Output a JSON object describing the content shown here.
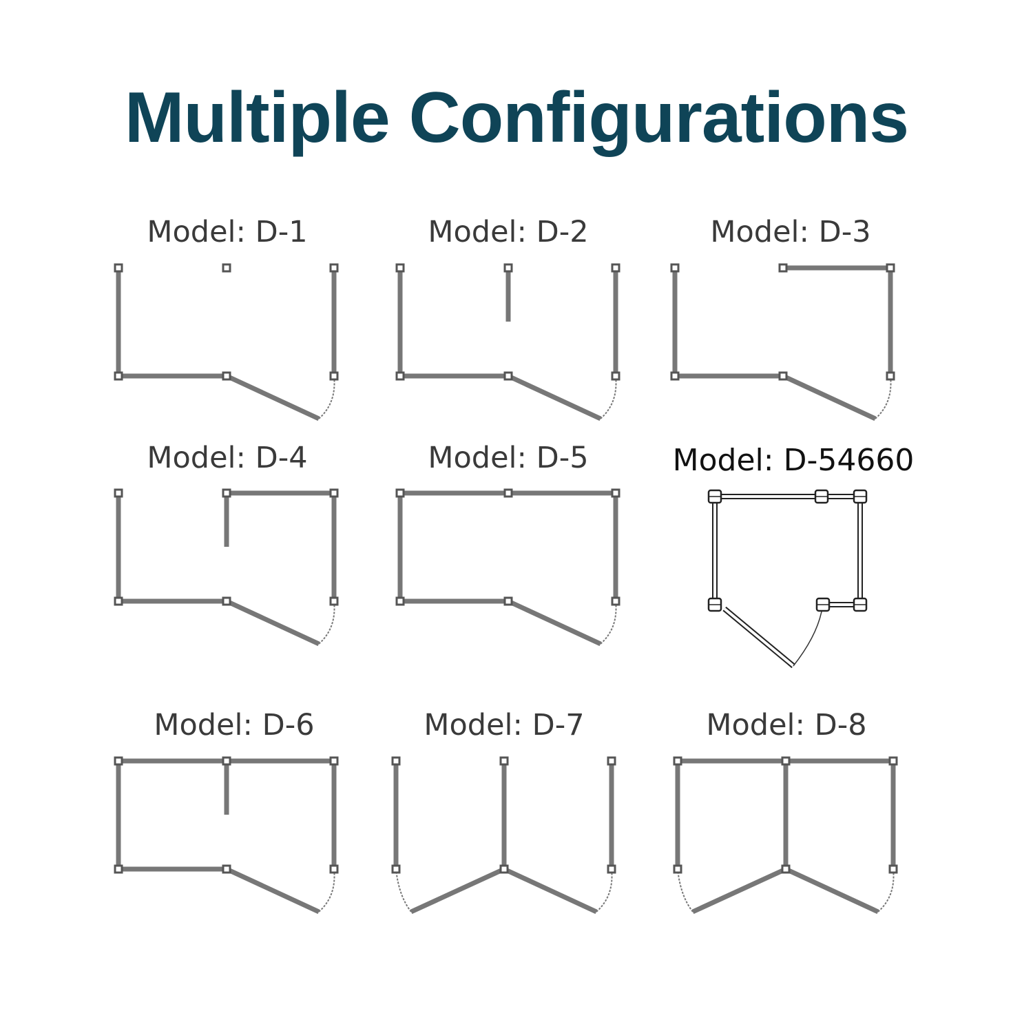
{
  "title": "Multiple Configurations",
  "models": [
    {
      "id": "D-1",
      "label": "Model: D-1"
    },
    {
      "id": "D-2",
      "label": "Model: D-2"
    },
    {
      "id": "D-3",
      "label": "Model: D-3"
    },
    {
      "id": "D-4",
      "label": "Model: D-4"
    },
    {
      "id": "D-5",
      "label": "Model: D-5"
    },
    {
      "id": "D-54660",
      "label": "Model:  D-54660"
    },
    {
      "id": "D-6",
      "label": "Model: D-6"
    },
    {
      "id": "D-7",
      "label": "Model: D-7"
    },
    {
      "id": "D-8",
      "label": "Model: D-8"
    }
  ],
  "colors": {
    "title": "#0f4457",
    "wall": "#777777",
    "post": "#555555"
  }
}
